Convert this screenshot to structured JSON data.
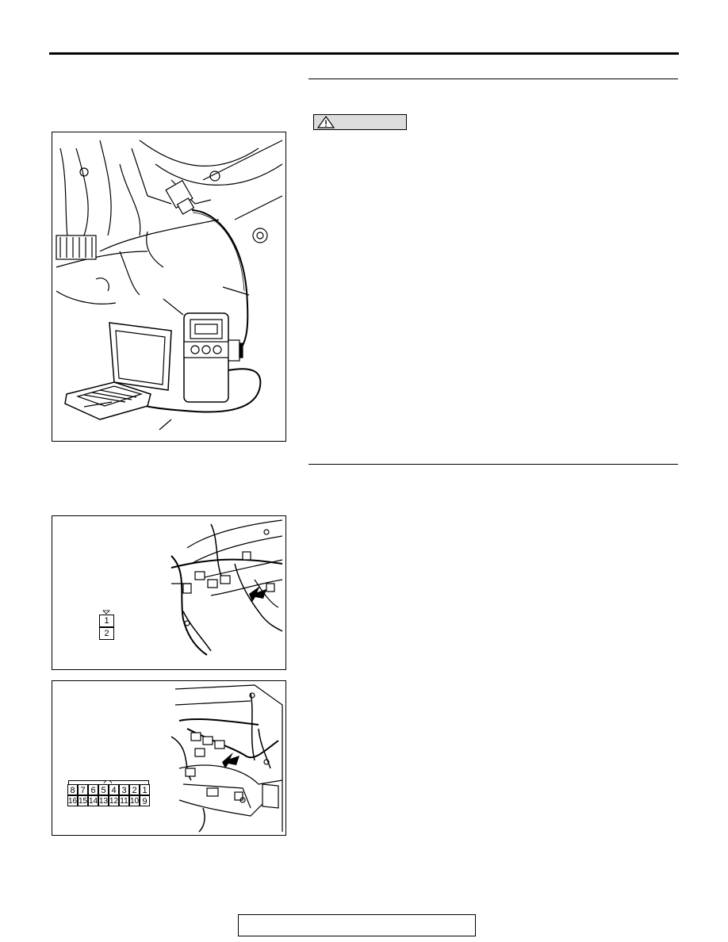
{
  "figure_2": {
    "terminals": [
      "1",
      "2"
    ]
  },
  "figure_3": {
    "terminals_top": [
      "8",
      "7",
      "6",
      "5",
      "4",
      "3",
      "2",
      "1"
    ],
    "terminals_bottom": [
      "16",
      "15",
      "14",
      "13",
      "12",
      "11",
      "10",
      "9"
    ]
  },
  "icons": {
    "caution": "warning-triangle-icon"
  }
}
